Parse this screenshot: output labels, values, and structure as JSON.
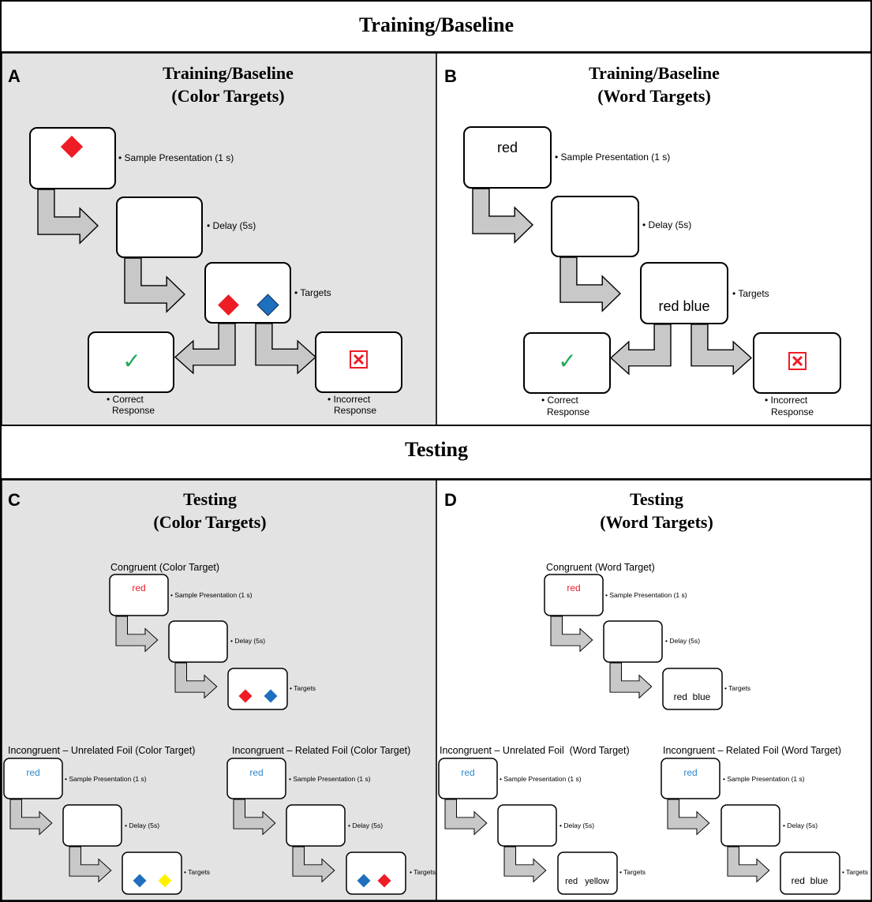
{
  "sections": {
    "training": "Training/Baseline",
    "testing": "Testing"
  },
  "panelA": {
    "letter": "A",
    "title1": "Training/Baseline",
    "title2": "(Color Targets)",
    "sample_label": "• Sample Presentation (1 s)",
    "delay_label": "• Delay (5s)",
    "targets_label": "• Targets",
    "correct_label1": "• Correct",
    "correct_label2": "Response",
    "incorrect_label1": "• Incorrect",
    "incorrect_label2": "Response"
  },
  "panelB": {
    "letter": "B",
    "title1": "Training/Baseline",
    "title2": "(Word Targets)",
    "sample_word": "red",
    "sample_label": "• Sample Presentation (1 s)",
    "delay_label": "• Delay (5s)",
    "targets_words": "red blue",
    "targets_label": "• Targets",
    "correct_label1": "• Correct",
    "correct_label2": "Response",
    "incorrect_label1": "• Incorrect",
    "incorrect_label2": "Response"
  },
  "panelC": {
    "letter": "C",
    "title1": "Testing",
    "title2": "(Color Targets)",
    "congruent": {
      "heading": "Congruent (Color Target)",
      "word": "red",
      "sample_label": "• Sample Presentation (1 s)",
      "delay_label": "• Delay (5s)",
      "targets_label": "• Targets"
    },
    "unrelated": {
      "heading": "Incongruent – Unrelated Foil (Color Target)",
      "word": "red",
      "sample_label": "• Sample Presentation (1 s)",
      "delay_label": "• Delay (5s)",
      "targets_label": "• Targets"
    },
    "related": {
      "heading": "Incongruent – Related Foil (Color Target)",
      "word": "red",
      "sample_label": "• Sample Presentation (1 s)",
      "delay_label": "• Delay (5s)",
      "targets_label": "• Targets"
    }
  },
  "panelD": {
    "letter": "D",
    "title1": "Testing",
    "title2": "(Word Targets)",
    "congruent": {
      "heading": "Congruent (Word Target)",
      "word": "red",
      "sample_label": "• Sample Presentation (1 s)",
      "delay_label": "• Delay (5s)",
      "targets_words": "red  blue",
      "targets_label": "• Targets"
    },
    "unrelated": {
      "heading": "Incongruent – Unrelated Foil  (Word Target)",
      "word": "red",
      "sample_label": "• Sample Presentation (1 s)",
      "delay_label": "• Delay (5s)",
      "targets_words": "red   yellow",
      "targets_label": "• Targets"
    },
    "related": {
      "heading": "Incongruent – Related Foil (Word Target)",
      "word": "red",
      "sample_label": "• Sample Presentation (1 s)",
      "delay_label": "• Delay (5s)",
      "targets_words": "red  blue",
      "targets_label": "• Targets"
    }
  },
  "colors": {
    "panel_gray": "#e3e3e3",
    "arrow_fill": "#c8c8c8",
    "red": "#ee1c25",
    "blue": "#1f6fbf",
    "yellow": "#fff200",
    "word_blue": "#2e86c8",
    "check_green": "#22a85a"
  },
  "icons": [
    "check-icon",
    "close-box-icon",
    "diamond-icon",
    "arrow-icon"
  ]
}
